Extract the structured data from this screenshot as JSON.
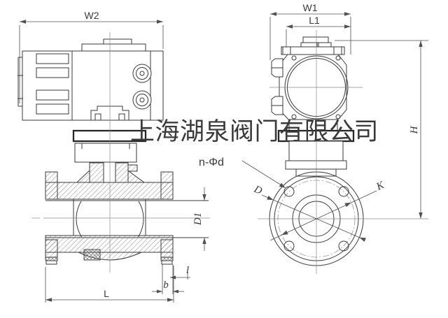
{
  "watermark": {
    "text": "上海湖泉阀门有限公司",
    "color": "#8e2f8e"
  },
  "colors": {
    "outline": "#3a3a3a",
    "dimension": "#4f4f4f",
    "centerline": "#8a8a8a",
    "bolt_circle": "#999999",
    "background": "#ffffff"
  },
  "front_view": {
    "title": "front-sectional-view",
    "labels": {
      "w2": "W2",
      "d1": "D1",
      "l": "L",
      "b": "b",
      "l_small": "l"
    }
  },
  "side_view": {
    "title": "side-view-with-flange-face",
    "labels": {
      "w1": "W1",
      "l1": "L1",
      "h": "H",
      "n_phi_d": "n-Φd",
      "d": "D",
      "k": "K"
    }
  }
}
